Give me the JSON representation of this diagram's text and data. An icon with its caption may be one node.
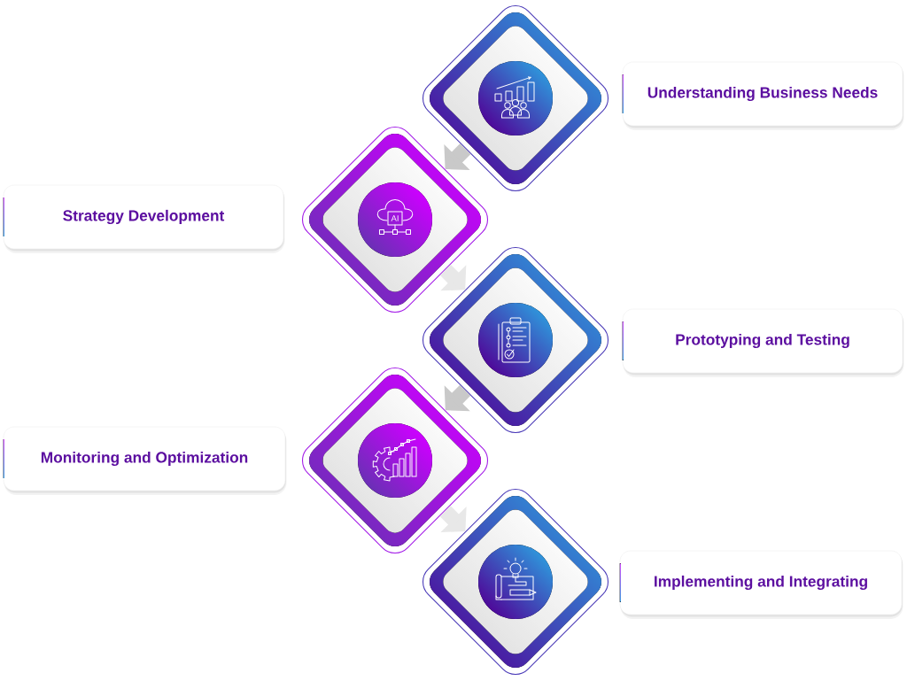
{
  "diagram": {
    "nodes": [
      {
        "text": [],
        "shape": "diamond"
      },
      {
        "text": [
          "Understanding Business Needs"
        ]
      },
      {
        "text": [],
        "shape": "diamond"
      },
      {
        "text": [
          "Strategy Development"
        ]
      },
      {
        "text": [],
        "shape": "diamond"
      },
      {
        "text": [
          "Prototyping and Testing"
        ]
      },
      {
        "text": [],
        "shape": "diamond"
      },
      {
        "text": [
          "Monitoring and Optimization"
        ]
      },
      {
        "text": [],
        "shape": "diamond"
      },
      {
        "text": [
          "Implementing and Integrating"
        ]
      }
    ],
    "edges": [
      {
        "from": 0,
        "to": 2,
        "arrow": "to"
      },
      {
        "from": 2,
        "to": 4,
        "arrow": "to",
        "color": "#e8e8e8"
      },
      {
        "from": 4,
        "to": 6,
        "arrow": "to"
      },
      {
        "from": 6,
        "to": 8,
        "arrow": "to",
        "color": "#e8e8e8"
      }
    ],
    "labels": [
      "AI"
    ]
  }
}
